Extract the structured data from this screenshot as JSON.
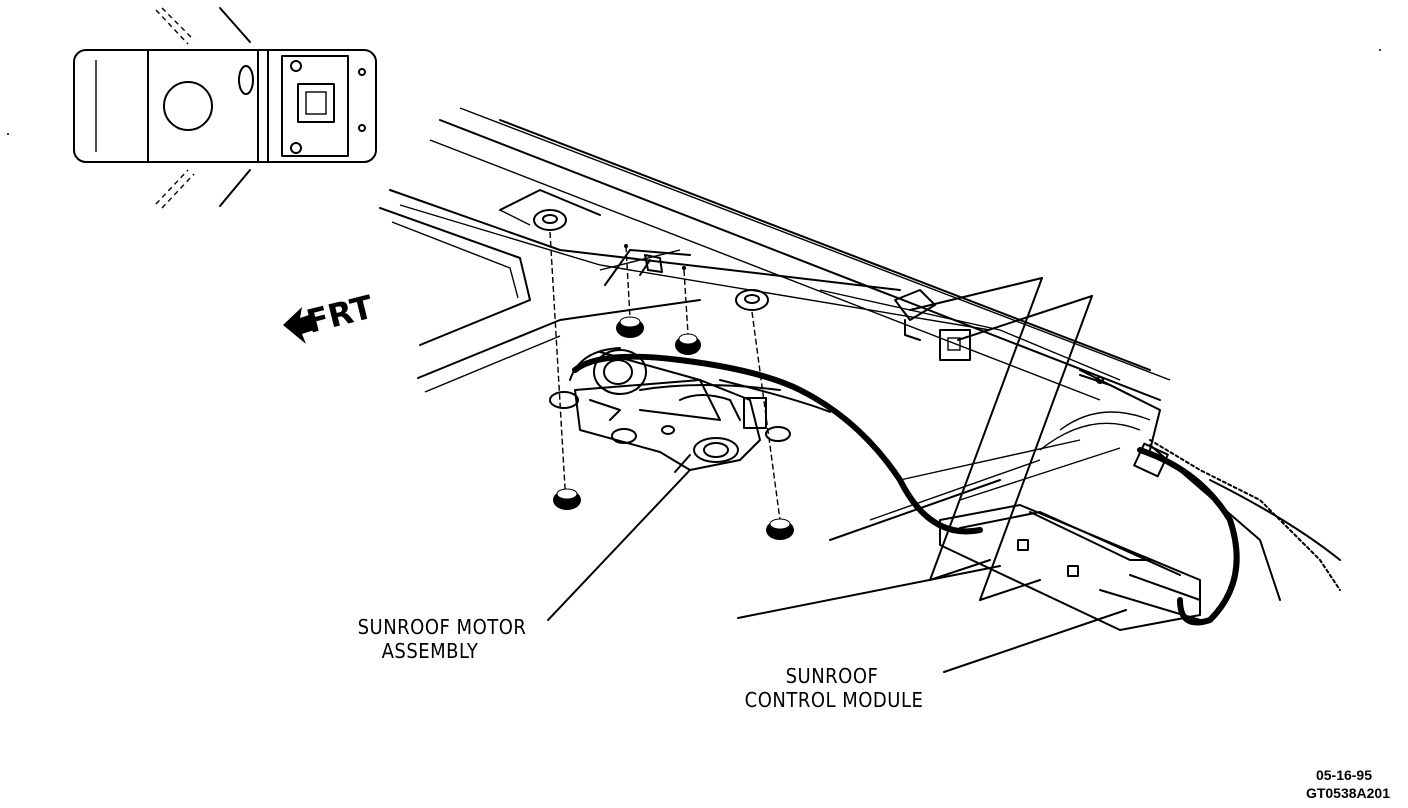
{
  "direction": "FRT",
  "labels": {
    "motor_line1": "SUNROOF MOTOR",
    "motor_line2": "ASSEMBLY",
    "module_line1": "SUNROOF",
    "module_line2": "CONTROL MODULE"
  },
  "figure": {
    "date": "05-16-95",
    "code": "GT0538A201"
  }
}
